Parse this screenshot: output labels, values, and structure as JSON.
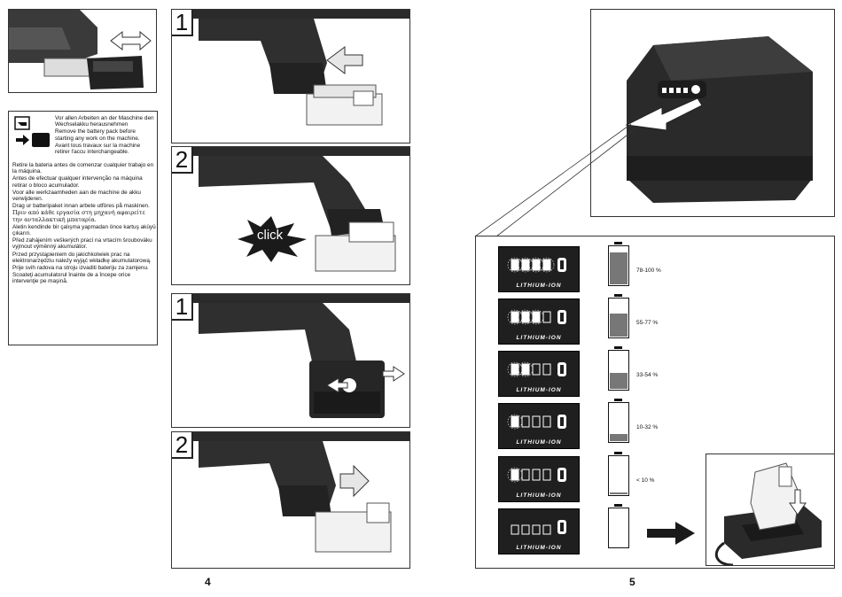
{
  "warning_texts": [
    "Vor allen Arbeiten an der Maschine den Wechselakku herausnehmen",
    "Remove the battery pack before starting any work on the machine.",
    "Avant tous travaux sur la machine retirer l'accu interchangeable.",
    "Retire la bateria antes de comenzar cualquier trabajo en la máquina.",
    "Antes de efectuar qualquer intervenção na máquina retirar o bloco acumulador.",
    "Voor alle werkzaamheden aan de machine de akku verwijderen.",
    "Drag ur batteripaket innan arbete utföres på maskinen.",
    "Πριν από κάθε εργασία στη μηχανή αφαιρείτε την ανταλλακτική μπαταρία.",
    "Aletin kendinde bir çalışma yapmadan önce kartuş aküyü çıkarın.",
    "Před zahájením veškerých prací na vrtacím šroubováku vyjmout výměnný akumulátor.",
    "Przed przystąpieniem do jakichkolwiek prac na elektronarzędziu należy wyjąć wkładkę akumulatorową.",
    "Prije svih radova na stroju izvaditi bateriju za zamjenu.",
    "Scoateţi acumulatorul înainte de a începe orice intervenţie pe maşină."
  ],
  "steps": [
    {
      "num": "1"
    },
    {
      "num": "2",
      "label": "click"
    },
    {
      "num": "1"
    },
    {
      "num": "2"
    }
  ],
  "brand_label": "LITHIUM-ION",
  "charge_levels": [
    {
      "label": "78-100 %",
      "fill": 0.9,
      "segments": 4
    },
    {
      "label": "55-77 %",
      "fill": 0.66,
      "segments": 3
    },
    {
      "label": "33-54 %",
      "fill": 0.44,
      "segments": 2
    },
    {
      "label": "10-32 %",
      "fill": 0.21,
      "segments": 1
    },
    {
      "label": "< 10 %",
      "fill": 0.05,
      "segments": 0
    },
    {
      "label": "",
      "fill": 0,
      "segments": 0
    }
  ],
  "page_numbers": {
    "left": "4",
    "right": "5"
  },
  "colors": {
    "tool_black": "#2a2a2a",
    "battery_light": "#f2f2f2",
    "fill_gray": "#777777"
  }
}
